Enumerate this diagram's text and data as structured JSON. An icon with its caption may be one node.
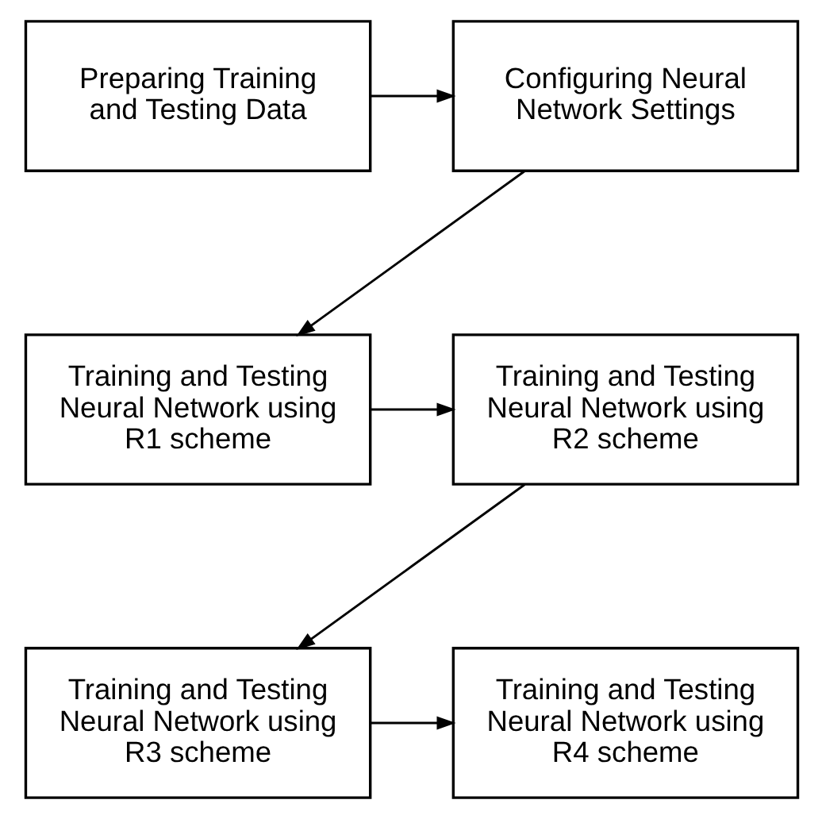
{
  "diagram": {
    "nodes": [
      {
        "text": [
          "Preparing Training and Testing Data"
        ]
      },
      {
        "text": [
          "Configuring Neural Network Settings"
        ]
      },
      {
        "text": [
          "Training and Testing Neural Network using R1 scheme"
        ]
      },
      {
        "text": [
          "Training and Testing Neural Network using R2 scheme"
        ]
      },
      {
        "text": [
          "Training and Testing Neural Network using R3 scheme"
        ]
      },
      {
        "text": [
          "Training and Testing Neural Network using R4 scheme"
        ]
      }
    ],
    "edges": [
      {
        "from": 0,
        "to": 1,
        "arrow": "to"
      },
      {
        "from": 1,
        "to": 2,
        "arrow": "to"
      },
      {
        "from": 2,
        "to": 3,
        "arrow": "to"
      },
      {
        "from": 3,
        "to": 4,
        "arrow": "to"
      },
      {
        "from": 4,
        "to": 5,
        "arrow": "to"
      }
    ]
  }
}
